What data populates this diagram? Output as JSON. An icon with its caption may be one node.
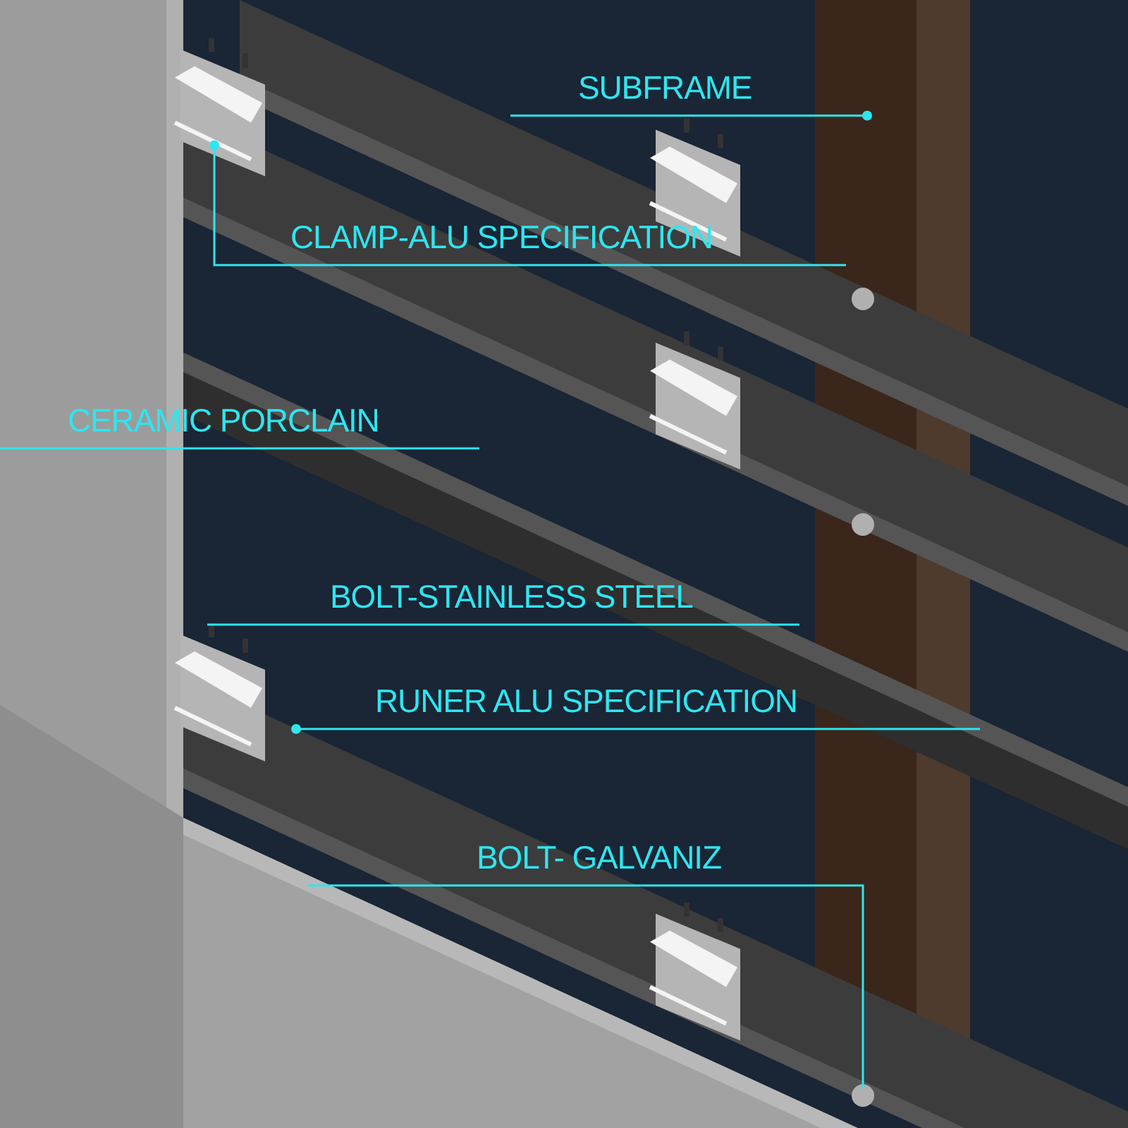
{
  "diagram": {
    "nodes": [
      {
        "text": [
          "SUBFRAME"
        ]
      },
      {
        "text": [
          "CLAMP-ALU SPECIFICATION"
        ]
      },
      {
        "text": [
          "CERAMIC PORCLAIN"
        ]
      },
      {
        "text": [
          "BOLT-STAINLESS STEEL"
        ]
      },
      {
        "text": [
          "RUNER ALU SPECIFICATION"
        ]
      },
      {
        "text": [
          "BOLT- GALVANIZ"
        ]
      }
    ],
    "edges": [
      {
        "from": 0,
        "to": null,
        "arrow": "other"
      },
      {
        "from": 1,
        "to": null,
        "arrow": "other"
      },
      {
        "from": 2,
        "to": null,
        "arrow": "none"
      },
      {
        "from": 3,
        "to": null,
        "arrow": "none"
      },
      {
        "from": 4,
        "to": null,
        "arrow": "other"
      },
      {
        "from": 5,
        "to": null,
        "arrow": "none"
      }
    ]
  }
}
